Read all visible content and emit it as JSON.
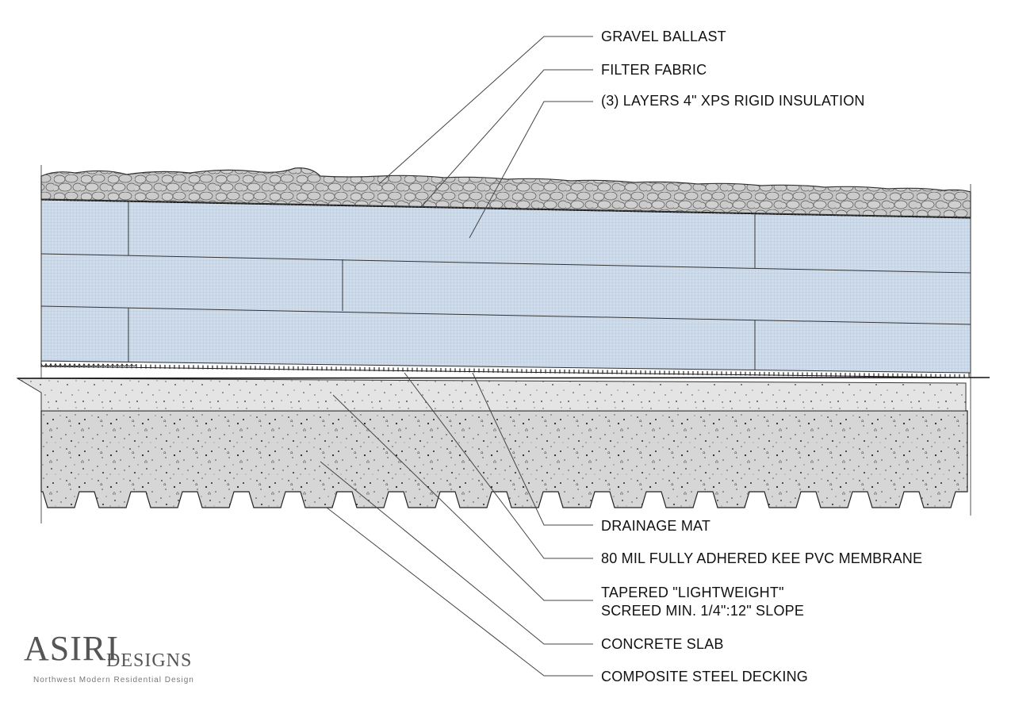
{
  "callouts": {
    "gravel_ballast": "GRAVEL BALLAST",
    "filter_fabric": "FILTER FABRIC",
    "xps_insulation": "(3) LAYERS 4\" XPS RIGID INSULATION",
    "drainage_mat": "DRAINAGE MAT",
    "pvc_membrane": "80 MIL FULLY ADHERED KEE PVC MEMBRANE",
    "screed_line1": "TAPERED \"LIGHTWEIGHT\"",
    "screed_line2": "SCREED MIN. 1/4\":12\" SLOPE",
    "concrete_slab": "CONCRETE SLAB",
    "steel_decking": "COMPOSITE STEEL DECKING"
  },
  "brand": {
    "name": "ASIRI",
    "sub": "DESIGNS",
    "tagline": "Northwest Modern Residential Design"
  },
  "colors": {
    "insulation": "#c9d8e8",
    "gravel": "#c4c4c4",
    "concrete": "#d3d3d3",
    "line": "#333333"
  }
}
